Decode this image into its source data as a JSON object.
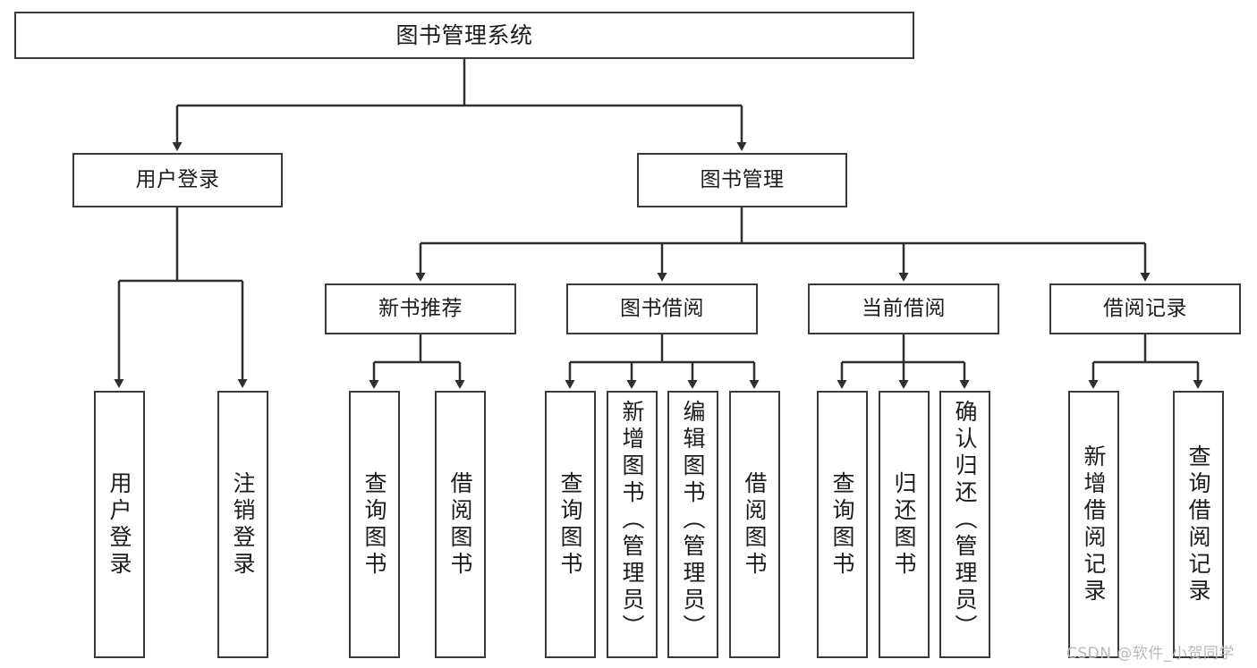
{
  "diagram": {
    "title": "图书管理系统",
    "type": "tree-hierarchy",
    "root": {
      "label": "图书管理系统"
    },
    "level2": [
      {
        "label": "用户登录"
      },
      {
        "label": "图书管理"
      }
    ],
    "level3": [
      {
        "label": "新书推荐"
      },
      {
        "label": "图书借阅"
      },
      {
        "label": "当前借阅"
      },
      {
        "label": "借阅记录"
      }
    ],
    "leaves": {
      "user_login": [
        {
          "label": "用户登录"
        },
        {
          "label": "注销登录"
        }
      ],
      "new_book_recommend": [
        {
          "label": "查询图书"
        },
        {
          "label": "借阅图书"
        }
      ],
      "book_borrow": [
        {
          "label": "查询图书"
        },
        {
          "label": "新增图书（管理员）"
        },
        {
          "label": "编辑图书（管理员）"
        },
        {
          "label": "借阅图书"
        }
      ],
      "current_borrow": [
        {
          "label": "查询图书"
        },
        {
          "label": "归还图书"
        },
        {
          "label": "确认归还（管理员）"
        }
      ],
      "borrow_record": [
        {
          "label": "新增借阅记录"
        },
        {
          "label": "查询借阅记录"
        }
      ]
    }
  },
  "watermark": {
    "text": "CSDN @软件_小贺同学"
  },
  "colors": {
    "border": "#3a3a3a",
    "background": "#ffffff",
    "text": "#1c1c1c",
    "watermark": "#b9b9b9"
  }
}
